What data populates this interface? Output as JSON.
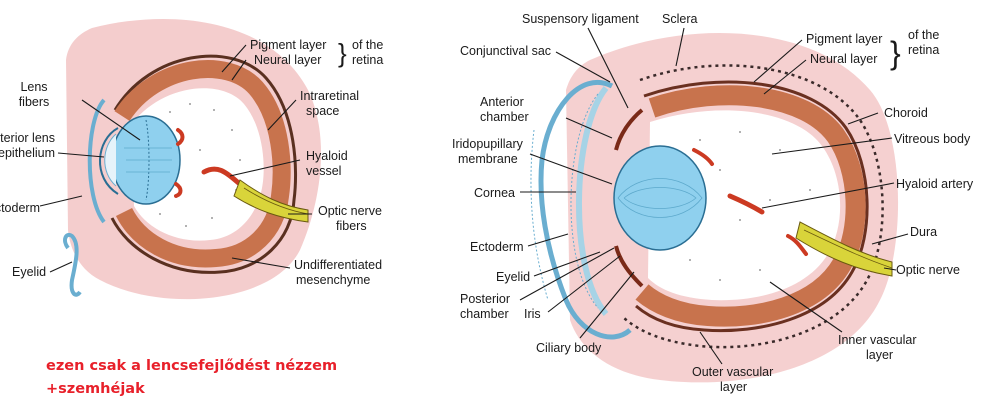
{
  "left_diagram": {
    "labels": {
      "lens_fibers": [
        "Lens",
        "fibers"
      ],
      "anterior_lens_epithelium": [
        "Anterior lens",
        "epithelium"
      ],
      "ectoderm": "Ectoderm",
      "eyelid": "Eyelid",
      "pigment_layer": "Pigment layer",
      "neural_layer": "Neural layer",
      "of_the_retina": [
        "of the",
        "retina"
      ],
      "intraretinal_space": [
        "Intraretinal",
        "space"
      ],
      "hyaloid_vessel": [
        "Hyaloid",
        "vessel"
      ],
      "optic_nerve_fibers": [
        "Optic nerve",
        "fibers"
      ],
      "undifferentiated_mesenchyme": [
        "Undifferentiated",
        "mesenchyme"
      ]
    }
  },
  "right_diagram": {
    "labels": {
      "suspensory_ligament": "Suspensory ligament",
      "sclera": "Sclera",
      "conjunctival_sac": "Conjunctival sac",
      "anterior_chamber": [
        "Anterior",
        "chamber"
      ],
      "iridopupillary_membrane": [
        "Iridopupillary",
        "membrane"
      ],
      "cornea": "Cornea",
      "ectoderm": "Ectoderm",
      "eyelid": "Eyelid",
      "posterior_chamber": [
        "Posterior",
        "chamber"
      ],
      "iris": "Iris",
      "ciliary_body": "Ciliary body",
      "outer_vascular_layer": [
        "Outer vascular",
        "layer"
      ],
      "inner_vascular_layer": [
        "Inner vascular",
        "layer"
      ],
      "optic_nerve": "Optic nerve",
      "dura": "Dura",
      "hyaloid_artery": "Hyaloid artery",
      "vitreous_body": "Vitreous body",
      "choroid": "Choroid",
      "pigment_layer": "Pigment layer",
      "neural_layer": "Neural layer",
      "of_the_retina": [
        "of the",
        "retina"
      ]
    }
  },
  "note": {
    "line1": "ezen csak a lencsefejlődést nézzem",
    "line2": "+szemhéjak"
  },
  "colors": {
    "mesenchyme": "#f2c4c4",
    "retina": "#c8734d",
    "lens": "#8fd0ee",
    "cornea": "#a6d3e6",
    "nerve": "#d9d43a",
    "vessel": "#cc3a22",
    "annotation": "#e8202a"
  }
}
